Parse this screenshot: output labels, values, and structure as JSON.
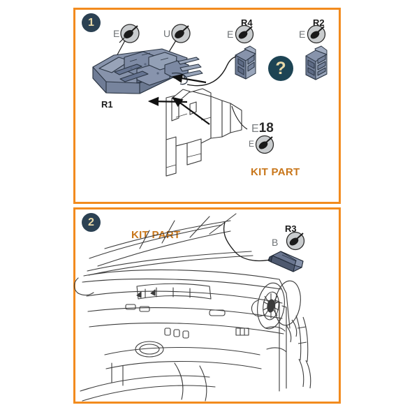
{
  "sheet": {
    "background_color": "#ffffff",
    "frame_color": "#F28B1E",
    "badge_color": "#2B4153",
    "badge_text_color": "#E8D9A8",
    "kit_part_color": "#C8761A",
    "resin_part_fill": "#8793AB",
    "line_art_color": "#3A3A3A"
  },
  "panels": [
    {
      "step_number": "1",
      "kit_part_label": "KIT PART",
      "resin_parts": [
        {
          "name": "R1",
          "paint_code": "E",
          "second_paint_code": "U"
        },
        {
          "name": "R4",
          "paint_code": "E"
        },
        {
          "name": "R2",
          "paint_code": "E"
        }
      ],
      "kit_parts": [
        {
          "name": "E18",
          "name_prefix": "E",
          "name_number": "18",
          "paint_code": "E"
        }
      ],
      "question_marker": "?"
    },
    {
      "step_number": "2",
      "kit_part_label": "KIT PART",
      "resin_parts": [
        {
          "name": "R3",
          "paint_code": "B"
        }
      ]
    }
  ],
  "labels": {
    "step1": "1",
    "step2": "2",
    "question": "?",
    "r1": "R1",
    "r2": "R2",
    "r3": "R3",
    "r4": "R4",
    "paint_e": "E",
    "paint_e2": "E",
    "paint_e3": "E",
    "paint_e4": "E",
    "paint_u": "U",
    "paint_b": "B",
    "e18_prefix": "E",
    "e18_number": "18",
    "kit_part_1": "KIT PART",
    "kit_part_2": "KIT PART"
  },
  "icons": {
    "paint_brush": "paint-brush-icon",
    "question": "question-mark-icon"
  }
}
